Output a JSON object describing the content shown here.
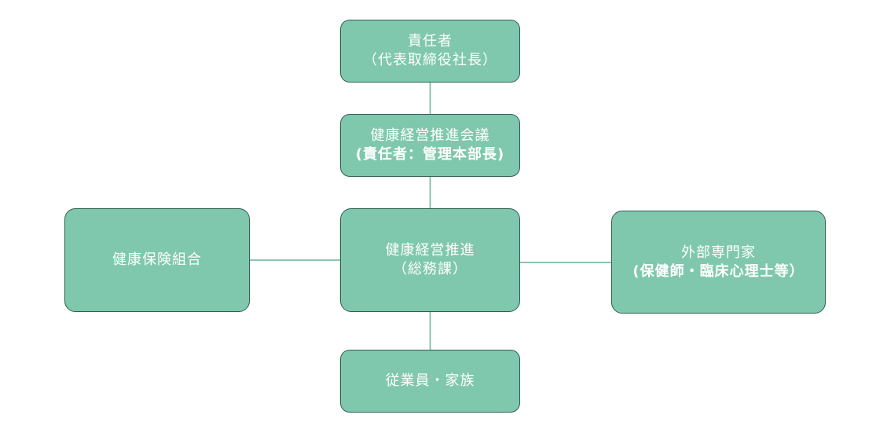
{
  "colors": {
    "node_fill": "#7fc8ad",
    "node_border": "#2f5f52",
    "connector": "#5fb39a",
    "text": "#ffffff"
  },
  "nodes": {
    "ceo": {
      "title": "責任者",
      "subtitle": "（代表取締役社長）"
    },
    "council": {
      "title": "健康経営推進会議",
      "subtitle": "(責任者：管理本部長)"
    },
    "center": {
      "title": "健康経営推進",
      "subtitle": "（総務課）"
    },
    "insurance": {
      "title": "健康保険組合"
    },
    "experts": {
      "title": "外部専門家",
      "subtitle": "(保健師・臨床心理士等）"
    },
    "employees": {
      "title": "従業員・家族"
    }
  }
}
